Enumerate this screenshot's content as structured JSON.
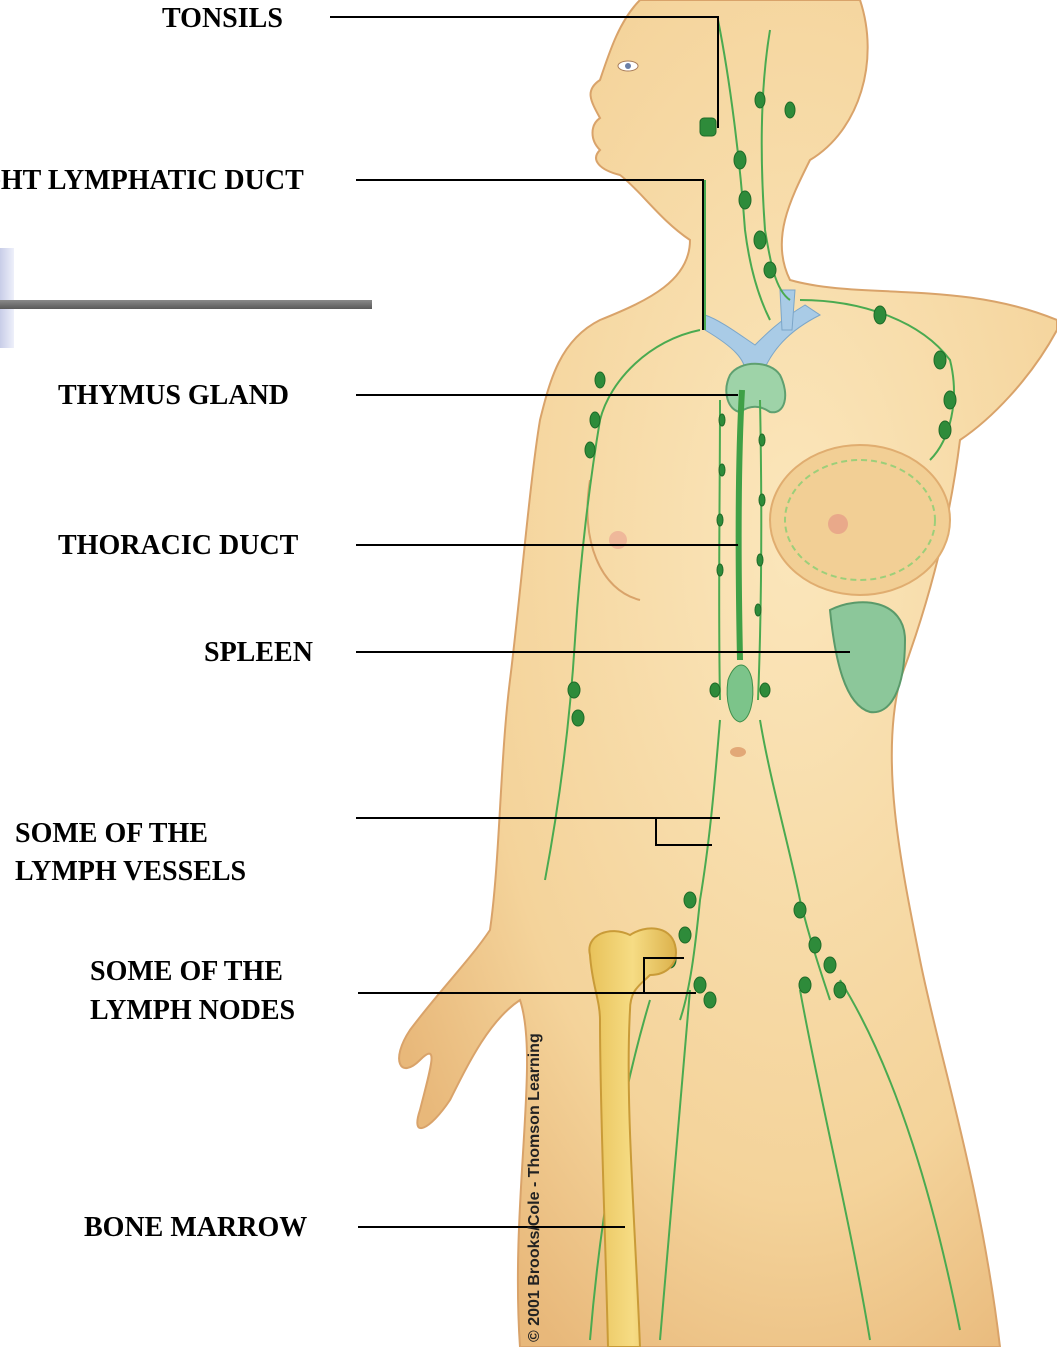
{
  "labels": {
    "tonsils": "TONSILS",
    "right_lymphatic_duct": "RIGHT LYMPHATIC DUCT",
    "thymus": "THYMUS GLAND",
    "thoracic_duct": "THORACIC DUCT",
    "spleen": "SPLEEN",
    "lymph_vessels_1": "SOME OF THE",
    "lymph_vessels_2": "LYMPH VESSELS",
    "lymph_nodes_1": "SOME OF THE",
    "lymph_nodes_2": "LYMPH NODES",
    "bone_marrow": "BONE MARROW"
  },
  "credit": "© 2001 Brooks/Cole - Thomson Learning",
  "colors": {
    "skin": "#f6d9a4",
    "skin_shadow": "#e9b97a",
    "lymph": "#3fa046",
    "node": "#2e8b3a",
    "vein": "#a9cbe6",
    "organ": "#8cc79a",
    "bone": "#f2d36b"
  }
}
